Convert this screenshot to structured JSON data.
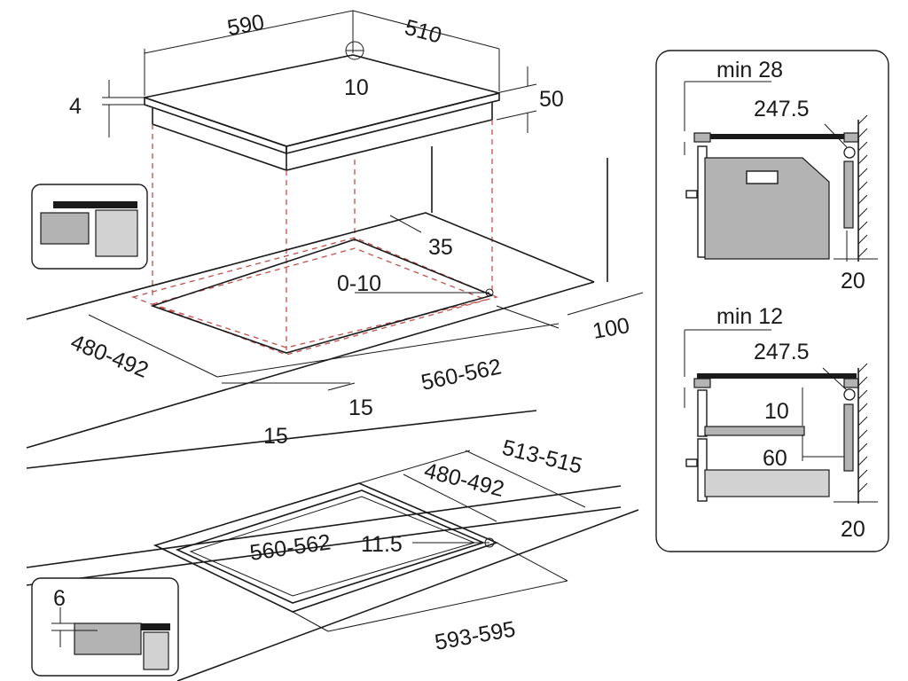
{
  "hob_dims": {
    "width": "590",
    "depth": "510",
    "glass_thickness": "4",
    "height": "50",
    "connection": "10"
  },
  "flush_cutout": {
    "depth": "480-492",
    "width": "560-562",
    "rear_gap": "35",
    "tolerance": "0-10",
    "front_margin_left": "15",
    "front_margin_right": "15",
    "rear_clearance": "100"
  },
  "recess": {
    "outer_depth": "513-515",
    "inner_depth": "480-492",
    "inner_width": "560-562",
    "radius": "11.5",
    "outer_width": "593-595",
    "rebate_depth": "6"
  },
  "side_panel_top": {
    "min_label": "min 28",
    "distance": "247.5",
    "wall_gap": "20"
  },
  "side_panel_bottom": {
    "min_label": "min 12",
    "distance": "247.5",
    "gap_vertical": "10",
    "gap_horizontal": "60",
    "wall_gap": "20"
  },
  "colors": {
    "line": "#1a1a1a",
    "dash": "#c0504d",
    "panel_gray": "#b3b3b3"
  }
}
